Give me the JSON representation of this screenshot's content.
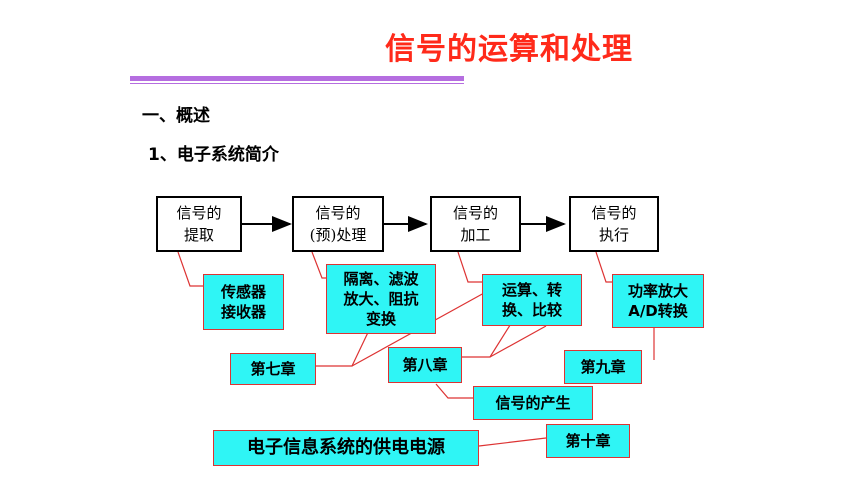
{
  "title": "信号的运算和处理",
  "section": "一、概述",
  "subsection": "1、电子系统简介",
  "flow": {
    "box1": "信号的\n提取",
    "box2": "信号的\n(预)处理",
    "box3": "信号的\n加工",
    "box4": "信号的\n执行"
  },
  "notes": {
    "sensor": "传感器\n接收器",
    "isolate": "隔离、滤波\n放大、阻抗\n变换",
    "compute": "运算、转\n换、比较",
    "power": "功率放大\nA/D转换",
    "ch7": "第七章",
    "ch8": "第八章",
    "ch9": "第九章",
    "gen": "信号的产生",
    "supply": "电子信息系统的供电电源",
    "ch10": "第十章"
  },
  "colors": {
    "accent": "#ff2a1a",
    "callout_fill": "#2ff5f5",
    "callout_border": "#dd3333",
    "rule": "#b56ee0"
  }
}
